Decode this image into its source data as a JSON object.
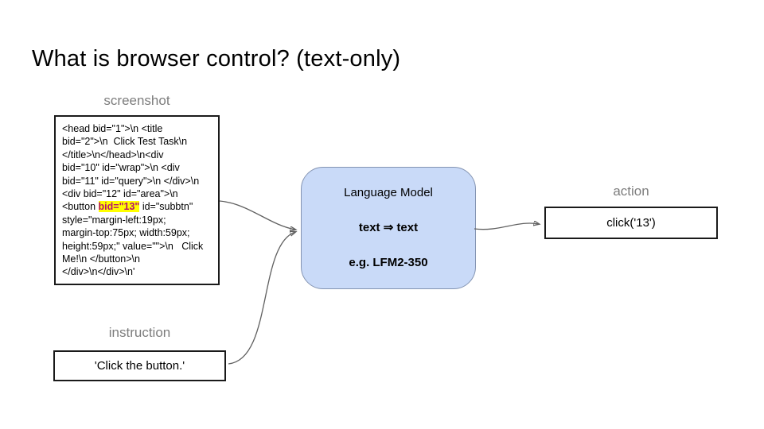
{
  "title": "What is browser control? (text-only)",
  "screenshot": {
    "label": "screenshot",
    "lines_before": [
      "<head bid=\"1\">\\n <title",
      "bid=\"2\">\\n  Click Test Task\\n",
      "</title>\\n</head>\\n<div",
      "bid=\"10\" id=\"wrap\">\\n <div",
      "bid=\"11\" id=\"query\">\\n </div>\\n",
      "<div bid=\"12\" id=\"area\">\\n"
    ],
    "hl_line": {
      "before": "<button ",
      "highlight": "bid=\"13\"",
      "after": " id=\"subbtn\""
    },
    "lines_after": [
      "style=\"margin-left:19px;",
      "margin-top:75px; width:59px;",
      "height:59px;\" value=\"\">\\n   Click",
      "Me!\\n </button>\\n",
      "</div>\\n</div>\\n'"
    ]
  },
  "instruction": {
    "label": "instruction",
    "text": "'Click the button.'"
  },
  "model": {
    "title": "Language Model",
    "io": "text ⇒ text",
    "example": "e.g. LFM2-350"
  },
  "action": {
    "label": "action",
    "text": "click('13')"
  },
  "colors": {
    "model_fill": "#c9daf8",
    "model_border": "#8494b2",
    "highlight_bg": "#ffff00",
    "highlight_text": "#b5106e",
    "label_gray": "#7d7d7d",
    "arrow": "#606060"
  }
}
